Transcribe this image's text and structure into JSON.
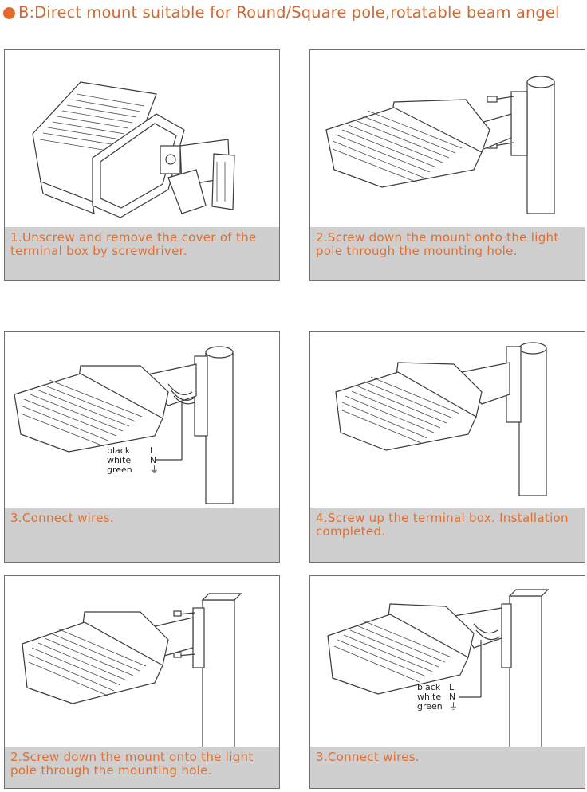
{
  "header": {
    "title": "B:Direct mount suitable for Round/Square pole,rotatable beam angel",
    "accent_color": "#e26a2a"
  },
  "panels": [
    {
      "caption": "1.Unscrew and remove the cover of the terminal box by screwdriver.",
      "icon": "light-fixture-open-cover-icon"
    },
    {
      "caption": "2.Screw down the mount onto the light pole through the mounting hole.",
      "icon": "light-round-pole-screws-icon"
    },
    {
      "caption": "3.Connect wires.",
      "icon": "light-round-pole-wiring-icon"
    },
    {
      "caption": "4.Screw up the terminal box. Installation completed.",
      "icon": "light-round-pole-installed-icon"
    },
    {
      "caption": "2.Screw down the mount onto the light pole through the mounting hole.",
      "icon": "light-square-pole-screws-icon"
    },
    {
      "caption": "3.Connect wires.",
      "icon": "light-square-pole-wiring-icon"
    }
  ],
  "wires": {
    "black": "black",
    "white": "white",
    "green": "green",
    "L": "L",
    "N": "N",
    "ground": "⏚"
  }
}
